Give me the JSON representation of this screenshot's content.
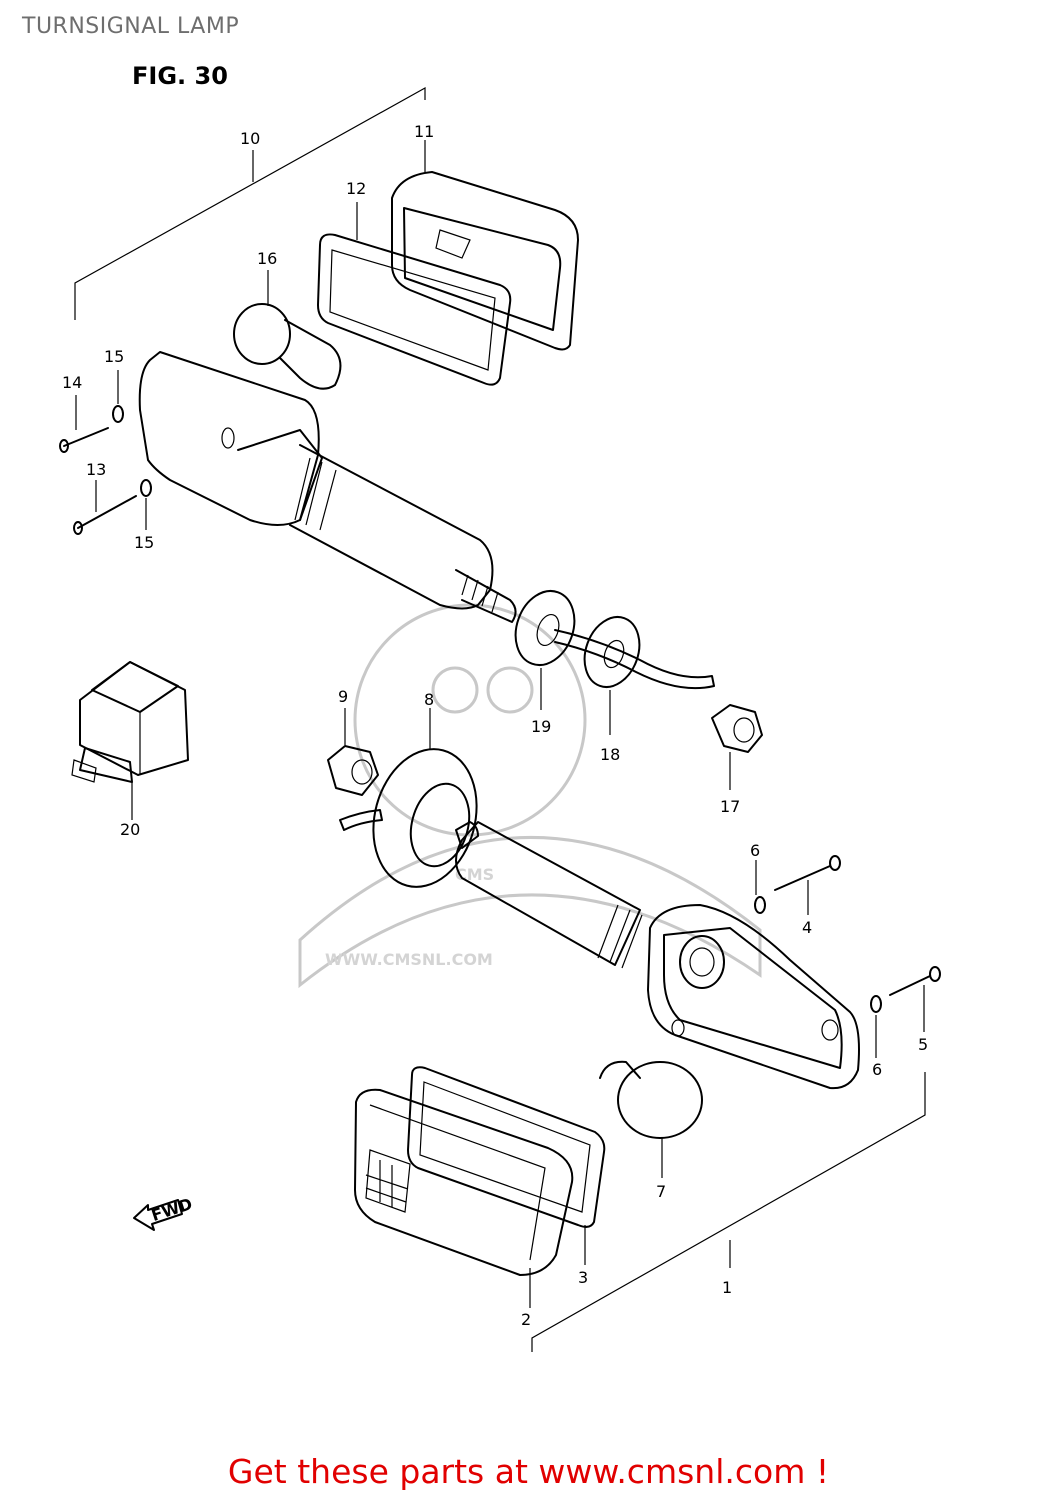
{
  "page_title": "TURNSIGNAL LAMP",
  "figure_label": "FIG. 30",
  "watermark": {
    "logo_text": "CMS",
    "site_text": "WWW.CMSNL.COM"
  },
  "fwd_arrow_text": "FWD",
  "callouts": [
    {
      "id": "c1",
      "label": "1"
    },
    {
      "id": "c2",
      "label": "2"
    },
    {
      "id": "c3",
      "label": "3"
    },
    {
      "id": "c4",
      "label": "4"
    },
    {
      "id": "c5",
      "label": "5"
    },
    {
      "id": "c6a",
      "label": "6"
    },
    {
      "id": "c6b",
      "label": "6"
    },
    {
      "id": "c7",
      "label": "7"
    },
    {
      "id": "c8",
      "label": "8"
    },
    {
      "id": "c9",
      "label": "9"
    },
    {
      "id": "c10",
      "label": "10"
    },
    {
      "id": "c11",
      "label": "11"
    },
    {
      "id": "c12",
      "label": "12"
    },
    {
      "id": "c13",
      "label": "13"
    },
    {
      "id": "c14",
      "label": "14"
    },
    {
      "id": "c15a",
      "label": "15"
    },
    {
      "id": "c15b",
      "label": "15"
    },
    {
      "id": "c16",
      "label": "16"
    },
    {
      "id": "c17",
      "label": "17"
    },
    {
      "id": "c18",
      "label": "18"
    },
    {
      "id": "c19",
      "label": "19"
    },
    {
      "id": "c20",
      "label": "20"
    }
  ],
  "footer_cta": "Get these parts at www.cmsnl.com !"
}
